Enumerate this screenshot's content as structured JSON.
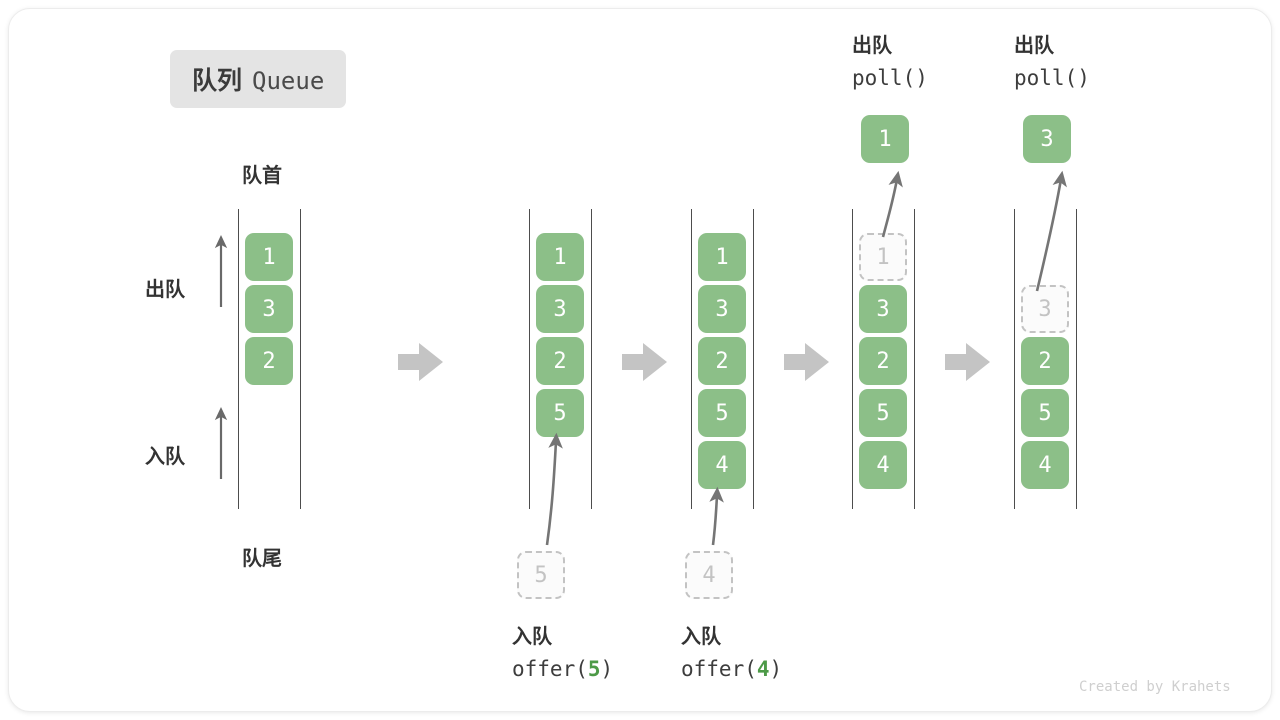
{
  "figure": {
    "title_cn": "队列",
    "title_en": "Queue",
    "watermark": "Created by Krahets",
    "accent_green": "#8cbf88",
    "ghost_gray": "#c3c3c3",
    "arrow_gray": "#c4c4c4",
    "badge_bg": "#e4e4e4"
  },
  "labels": {
    "head": "队首",
    "tail": "队尾",
    "dequeue": "出队",
    "enqueue": "入队"
  },
  "stages": [
    {
      "name": "initial",
      "cells": [
        "1",
        "3",
        "2"
      ],
      "ghost": null,
      "caption_cn": null,
      "caption_code": null
    },
    {
      "name": "after-offer-5",
      "cells": [
        "1",
        "3",
        "2",
        "5"
      ],
      "ghost": {
        "value": "5",
        "position": "below"
      },
      "caption_cn": "入队",
      "caption_code_prefix": "offer(",
      "caption_code_arg": "5",
      "caption_code_suffix": ")"
    },
    {
      "name": "after-offer-4",
      "cells": [
        "1",
        "3",
        "2",
        "5",
        "4"
      ],
      "ghost": {
        "value": "4",
        "position": "below"
      },
      "caption_cn": "入队",
      "caption_code_prefix": "offer(",
      "caption_code_arg": "4",
      "caption_code_suffix": ")"
    },
    {
      "name": "after-poll-1",
      "cells": [
        "3",
        "2",
        "5",
        "4"
      ],
      "ghost": {
        "value": "1",
        "position": "slot0"
      },
      "popped": "1",
      "caption_cn": "出队",
      "caption_code_prefix": "poll(",
      "caption_code_arg": "",
      "caption_code_suffix": ")"
    },
    {
      "name": "after-poll-3",
      "cells": [
        "2",
        "5",
        "4"
      ],
      "ghost": {
        "value": "3",
        "position": "slot1"
      },
      "popped": "3",
      "caption_cn": "出队",
      "caption_code_prefix": "poll(",
      "caption_code_arg": "",
      "caption_code_suffix": ")"
    }
  ],
  "diagram_meta": {
    "stage_arrow_count": 4,
    "direction_note": "head at top, tail at bottom, elements move upward"
  }
}
